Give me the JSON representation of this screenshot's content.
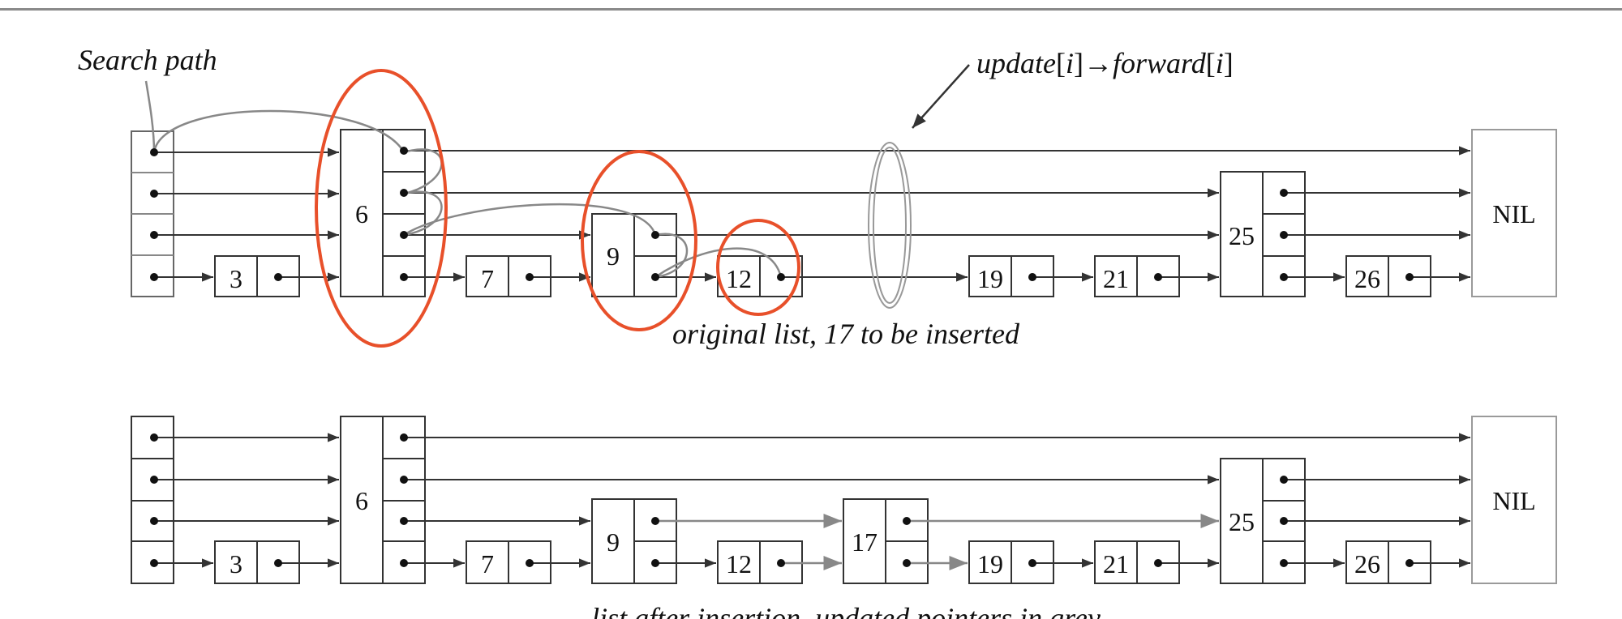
{
  "search_path_label": "Search path",
  "update_label": {
    "a": "update",
    "b": "[",
    "c": "i",
    "d": "]",
    "arrow": "→",
    "e": "forward",
    "f": "[",
    "g": "i",
    "h": "]"
  },
  "caption_top": "original list, 17 to be inserted",
  "caption_bottom": "list after insertion, updated pointers in grey",
  "nil_label": "NIL",
  "top_list": {
    "nodes": [
      {
        "key": "3",
        "levels": 1
      },
      {
        "key": "6",
        "levels": 4
      },
      {
        "key": "7",
        "levels": 1
      },
      {
        "key": "9",
        "levels": 2
      },
      {
        "key": "12",
        "levels": 1
      },
      {
        "key": "19",
        "levels": 1
      },
      {
        "key": "21",
        "levels": 1
      },
      {
        "key": "25",
        "levels": 3
      },
      {
        "key": "26",
        "levels": 1
      }
    ]
  },
  "bottom_list": {
    "nodes": [
      {
        "key": "3",
        "levels": 1
      },
      {
        "key": "6",
        "levels": 4
      },
      {
        "key": "7",
        "levels": 1
      },
      {
        "key": "9",
        "levels": 2
      },
      {
        "key": "12",
        "levels": 1
      },
      {
        "key": "17",
        "levels": 2
      },
      {
        "key": "19",
        "levels": 1
      },
      {
        "key": "21",
        "levels": 1
      },
      {
        "key": "25",
        "levels": 3
      },
      {
        "key": "26",
        "levels": 1
      }
    ]
  },
  "colors": {
    "highlight": "#e8502a",
    "line": "#333333",
    "grey_pointer": "#888888",
    "nil_border": "#9a9a9a"
  }
}
